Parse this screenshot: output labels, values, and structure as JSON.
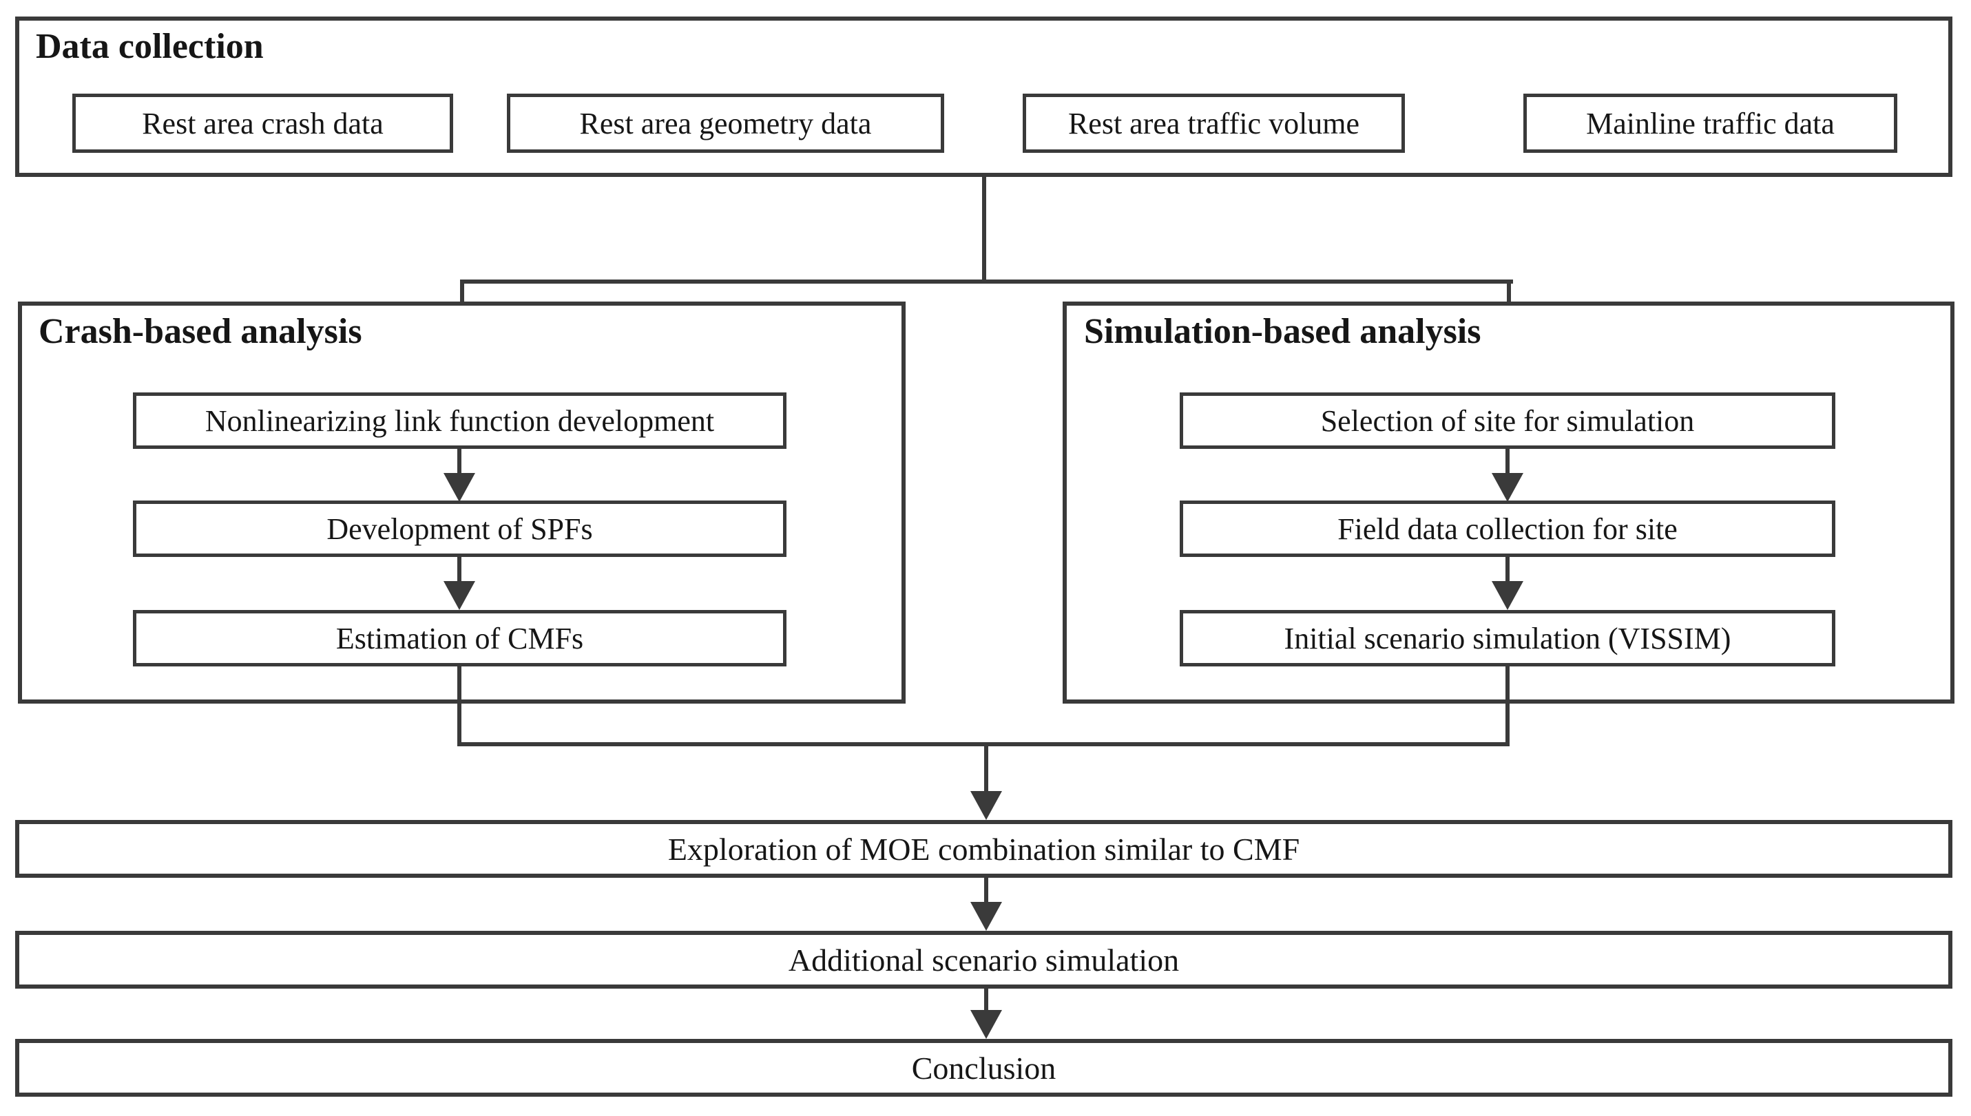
{
  "flowchart": {
    "data_collection": {
      "label": "Data collection",
      "items": [
        {
          "label": "Rest area crash data"
        },
        {
          "label": "Rest area geometry data"
        },
        {
          "label": "Rest area traffic volume"
        },
        {
          "label": "Mainline traffic data"
        }
      ]
    },
    "crash_based": {
      "label": "Crash-based analysis",
      "steps": [
        {
          "label": "Nonlinearizing link function development"
        },
        {
          "label": "Development of SPFs"
        },
        {
          "label": "Estimation of CMFs"
        }
      ]
    },
    "simulation_based": {
      "label": "Simulation-based analysis",
      "steps": [
        {
          "label": "Selection of site for simulation"
        },
        {
          "label": "Field data collection for site"
        },
        {
          "label": "Initial scenario simulation (VISSIM)"
        }
      ]
    },
    "final_steps": [
      {
        "label": "Exploration of MOE combination similar to CMF"
      },
      {
        "label": "Additional scenario simulation"
      },
      {
        "label": "Conclusion"
      }
    ],
    "colors": {
      "line": "#3a3a3a",
      "text": "#161616",
      "background": "#ffffff"
    }
  }
}
